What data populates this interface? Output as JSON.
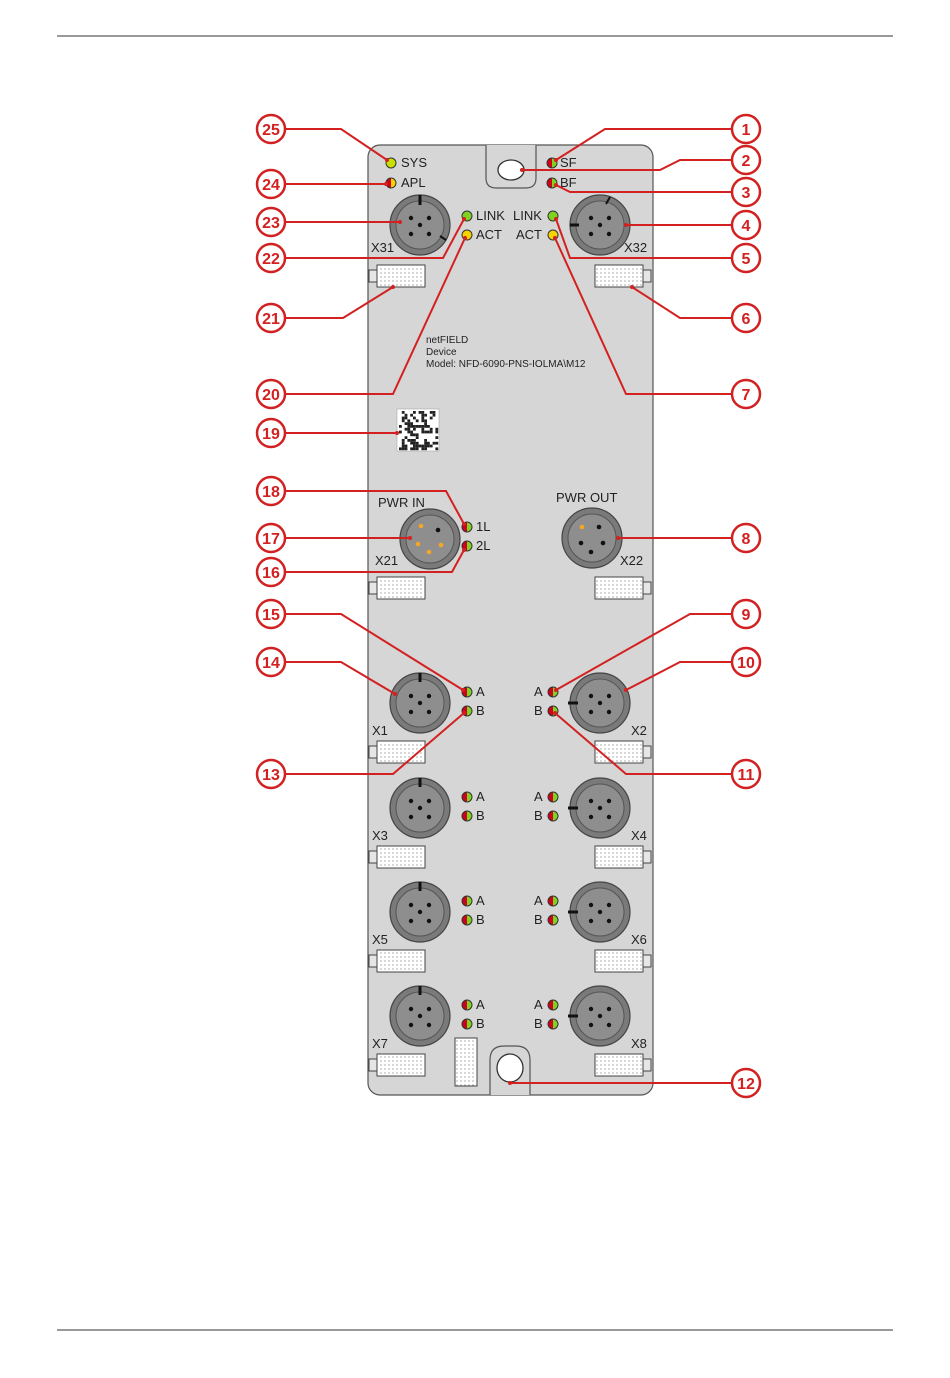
{
  "device": {
    "label_line1": "netFIELD",
    "label_line2": "Device",
    "label_line3": "Model: NFD-6090-PNS-IOLMA\\M12"
  },
  "leds": {
    "sys": "SYS",
    "apl": "APL",
    "sf": "SF",
    "bf": "BF",
    "link_left": "LINK",
    "act_left": "ACT",
    "link_right": "LINK",
    "act_right": "ACT",
    "l1": "1L",
    "l2": "2L",
    "a": "A",
    "b": "B"
  },
  "ports": {
    "x31": "X31",
    "x32": "X32",
    "x21": "X21",
    "x22": "X22",
    "pwr_in": "PWR IN",
    "pwr_out": "PWR OUT",
    "x1": "X1",
    "x2": "X2",
    "x3": "X3",
    "x4": "X4",
    "x5": "X5",
    "x6": "X6",
    "x7": "X7",
    "x8": "X8"
  },
  "callouts": [
    "1",
    "2",
    "3",
    "4",
    "5",
    "6",
    "7",
    "8",
    "9",
    "10",
    "11",
    "12",
    "13",
    "14",
    "15",
    "16",
    "17",
    "18",
    "19",
    "20",
    "21",
    "22",
    "23",
    "24",
    "25"
  ],
  "colors": {
    "callout": "#d32020",
    "housing": "#d9d9d9",
    "led_green": "#7ed321",
    "led_yellow": "#f5d300",
    "led_red": "#d0021b"
  }
}
